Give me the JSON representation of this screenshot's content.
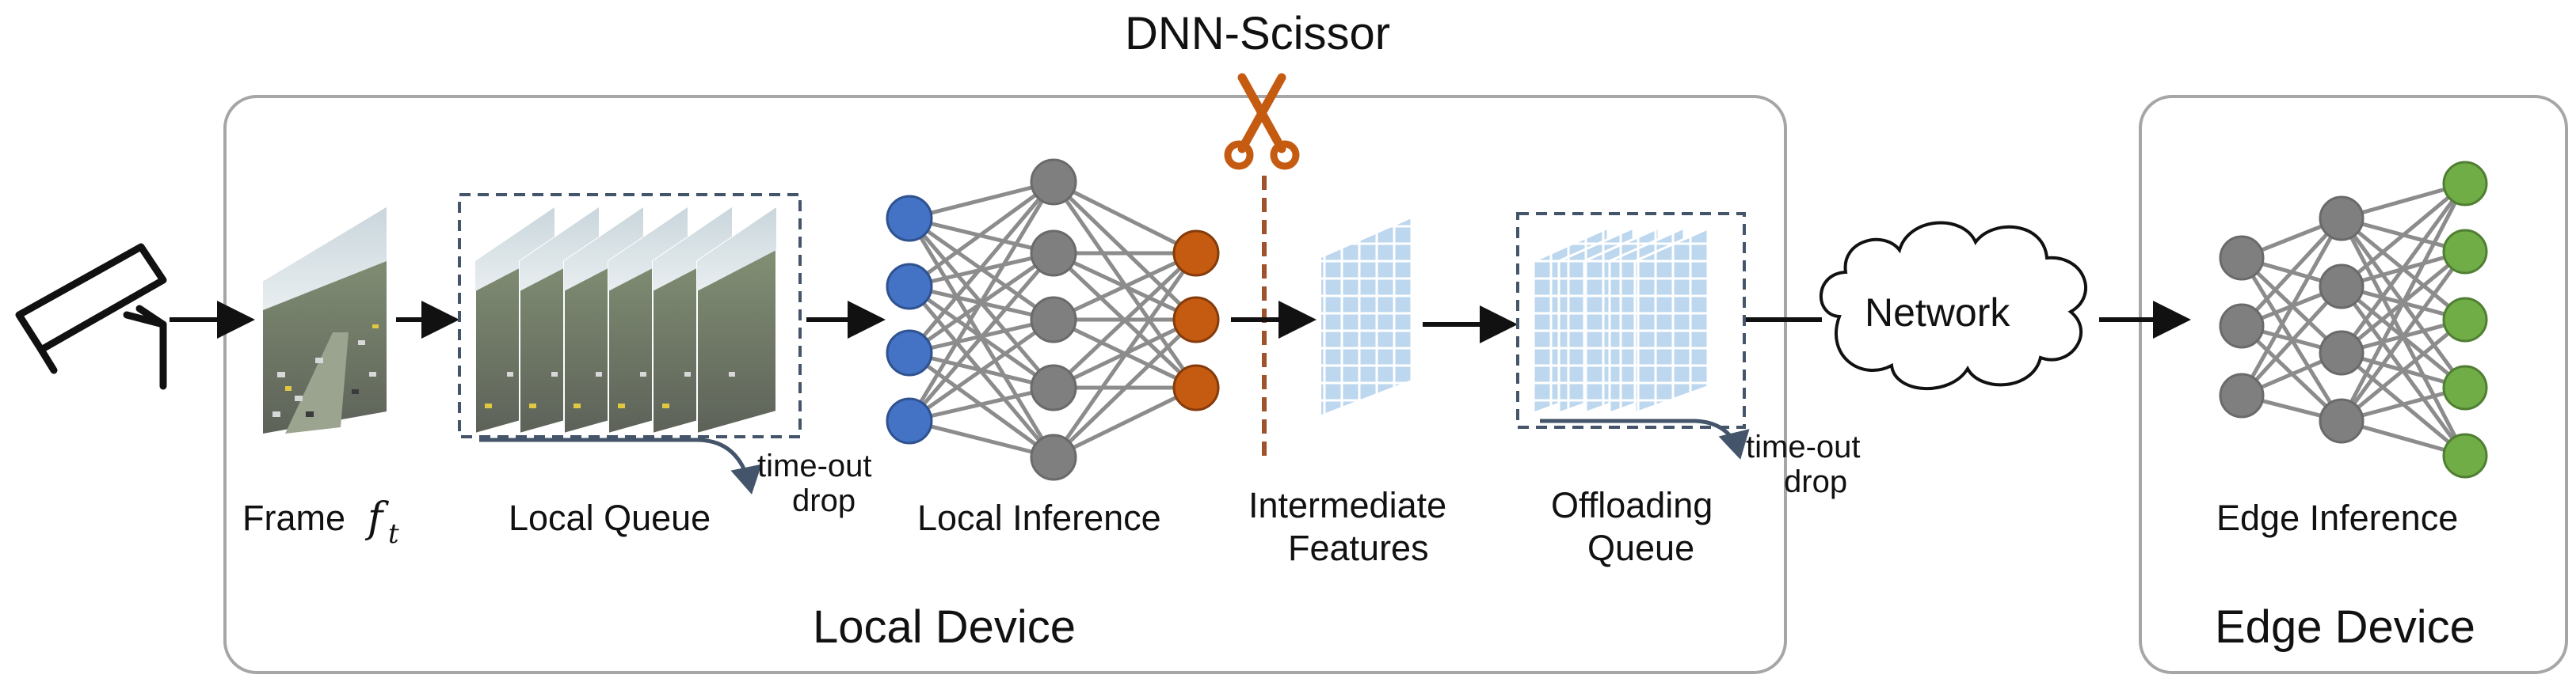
{
  "title": "DNN-Scissor",
  "boxes": {
    "local_device": "Local Device",
    "edge_device": "Edge Device"
  },
  "labels": {
    "frame": "Frame",
    "frame_var": "f",
    "frame_sub": "t",
    "local_queue": "Local Queue",
    "local_inference": "Local Inference",
    "intermediate_features_line1": "Intermediate",
    "intermediate_features_line2": "Features",
    "offloading_queue_line1": "Offloading",
    "offloading_queue_line2": "Queue",
    "network": "Network",
    "edge_inference": "Edge Inference",
    "timeout_line1": "time-out",
    "timeout_line2": "drop"
  },
  "icons": {
    "camera": "camera-icon",
    "scissors": "scissors-icon",
    "cloud": "cloud-icon"
  },
  "colors": {
    "input_node": "#4472c4",
    "hidden_node": "#7f7f7f",
    "output_node": "#c55a11",
    "edge_output_node": "#70ad47",
    "feature_tile": "#bdd7ee",
    "cut_line": "#a0522d",
    "box_border": "#a6a6a6"
  }
}
